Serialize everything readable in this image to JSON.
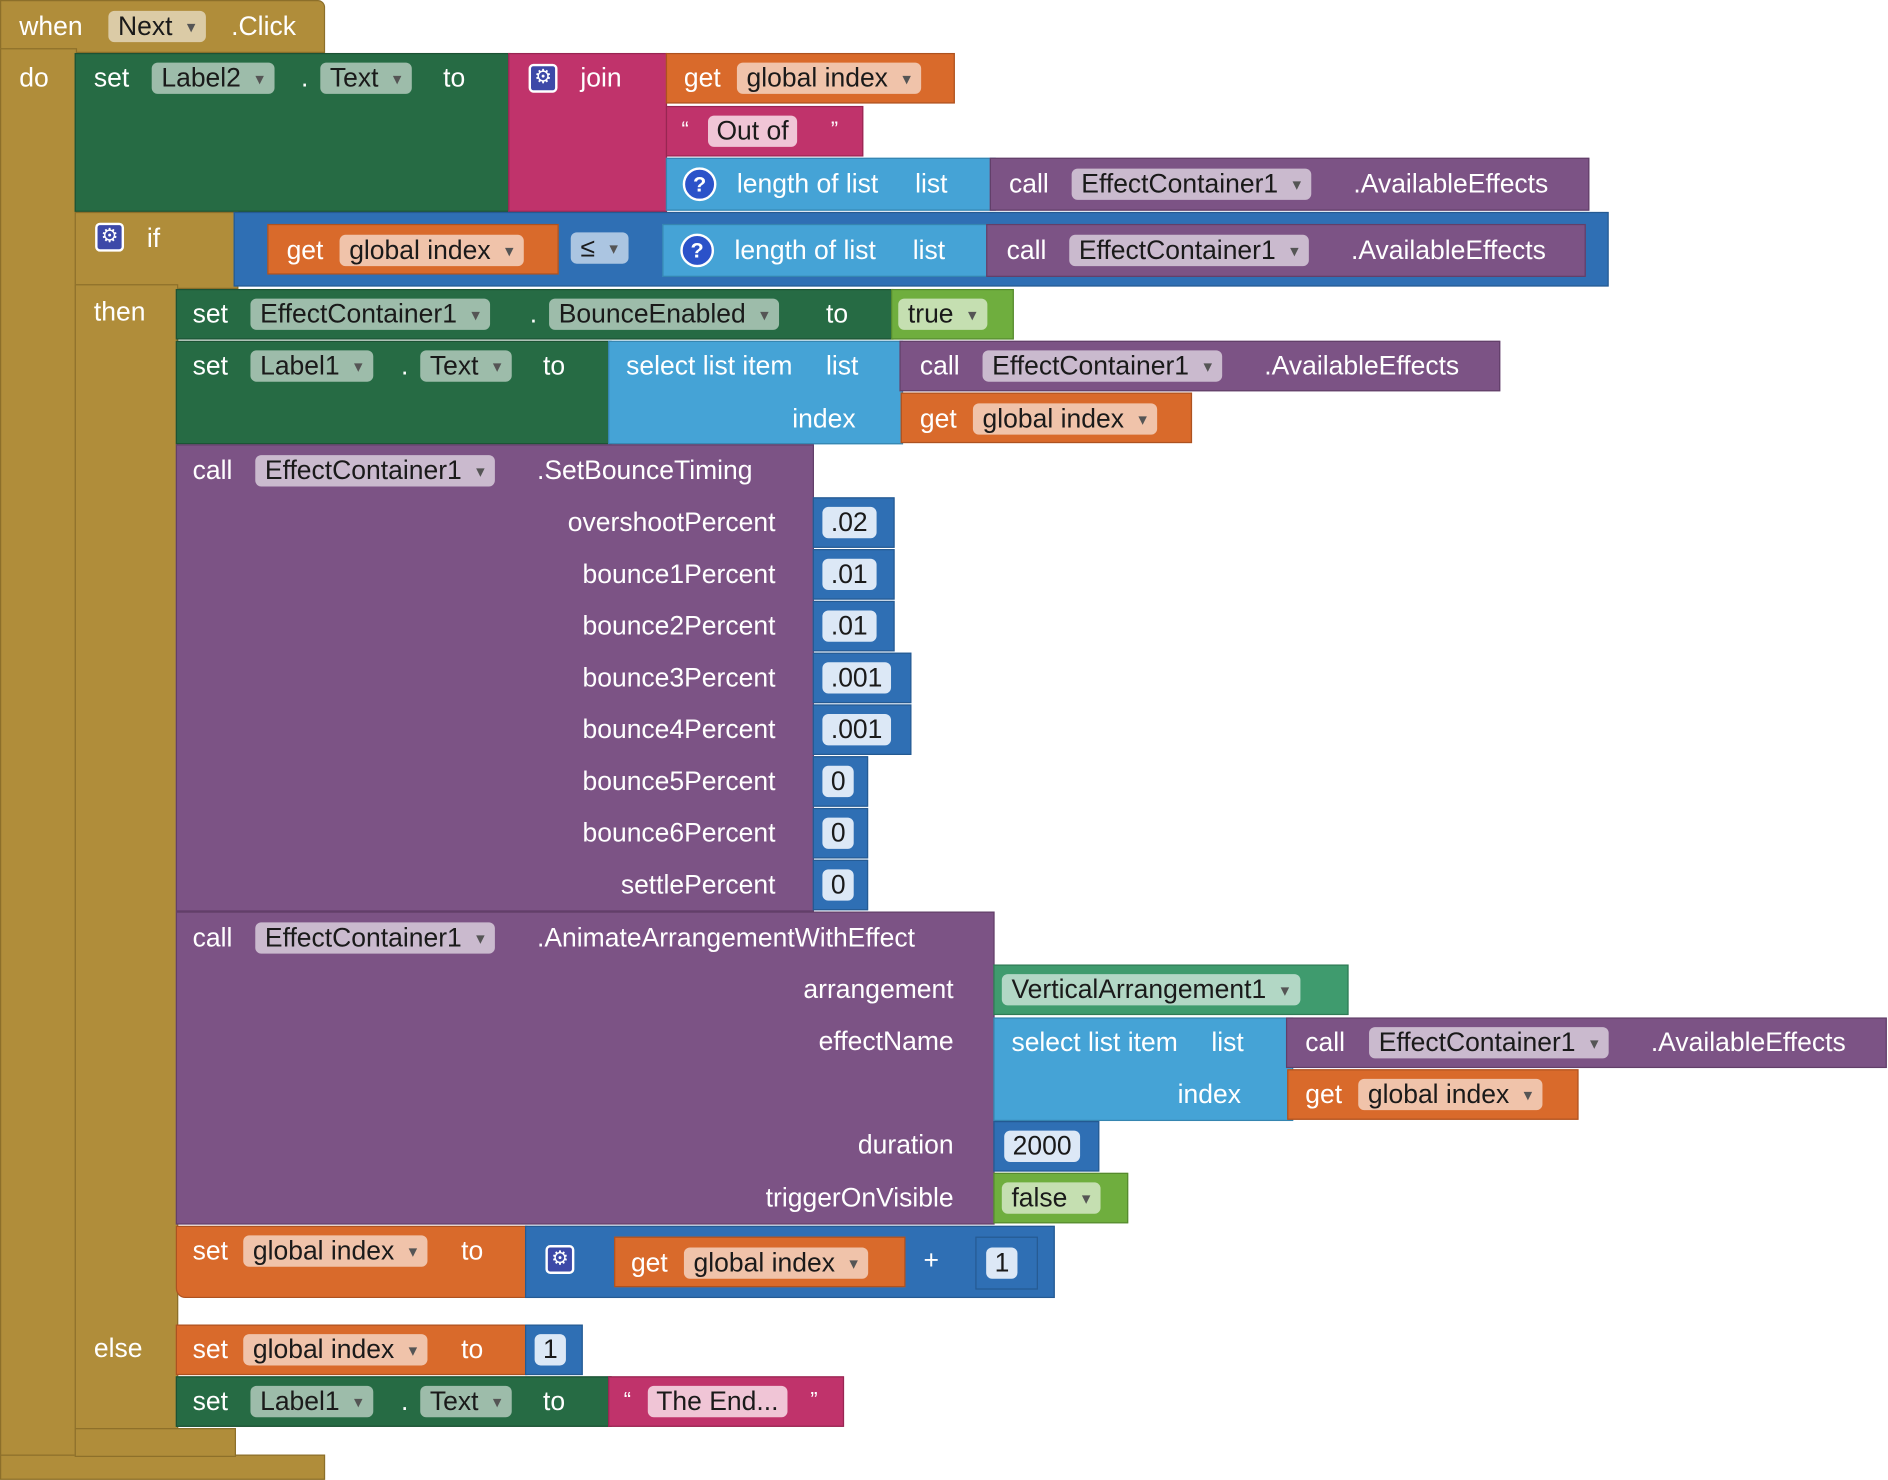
{
  "event": {
    "when": "when",
    "component": "Next",
    "event": ".Click",
    "do": "do"
  },
  "kw": {
    "set": "set",
    "to": "to",
    "get": "get",
    "call": "call",
    "dot": ".",
    "join": "join",
    "length_of_list": "length of list",
    "list": "list",
    "select_list_item": "select list item",
    "index": "index",
    "if": "if",
    "then": "then",
    "else": "else",
    "le": "≤",
    "plus": "+",
    "open_quote": "“",
    "close_quote": "”"
  },
  "props": {
    "text": "Text",
    "bounce_enabled": "BounceEnabled",
    "global_index": "global index",
    "available_effects": ".AvailableEffects"
  },
  "components": {
    "label2": "Label2",
    "label1": "Label1",
    "effect_container": "EffectContainer1",
    "vertical_arrangement": "VerticalArrangement1"
  },
  "strings": {
    "out_of": "Out of",
    "the_end": "The End..."
  },
  "logic": {
    "true": "true",
    "false": "false"
  },
  "methods": {
    "set_bounce_timing": ".SetBounceTiming",
    "animate": ".AnimateArrangementWithEffect"
  },
  "bounce_params": [
    {
      "label": "overshootPercent",
      "value": ".02"
    },
    {
      "label": "bounce1Percent",
      "value": ".01"
    },
    {
      "label": "bounce2Percent",
      "value": ".01"
    },
    {
      "label": "bounce3Percent",
      "value": ".001"
    },
    {
      "label": "bounce4Percent",
      "value": ".001"
    },
    {
      "label": "bounce5Percent",
      "value": "0"
    },
    {
      "label": "bounce6Percent",
      "value": "0"
    },
    {
      "label": "settlePercent",
      "value": "0"
    }
  ],
  "animate_params": {
    "arrangement": "arrangement",
    "effect_name": "effectName",
    "duration": "duration",
    "duration_value": "2000",
    "trigger_on_visible": "triggerOnVisible"
  },
  "numbers": {
    "one_a": "1",
    "one_b": "1"
  },
  "colors": {
    "event": "#b08d3a",
    "set_component": "#266b44",
    "text": "#c0336b",
    "variable": "#d96a2b",
    "list": "#45a3d6",
    "math": "#2f6fb4",
    "component_call": "#7c5385",
    "logic": "#6fae3e"
  }
}
